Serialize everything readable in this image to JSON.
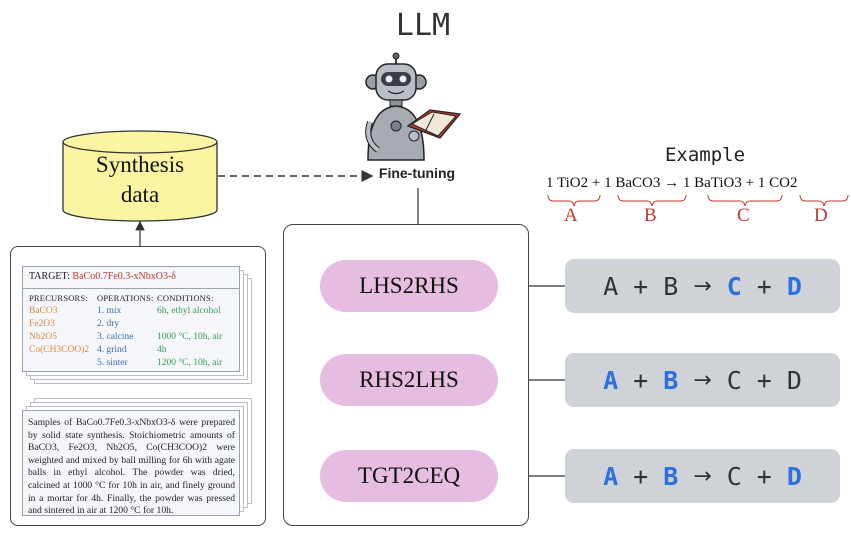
{
  "llm": {
    "title": "LLM",
    "fine_tuning_label": "Fine-tuning"
  },
  "database": {
    "line1": "Synthesis",
    "line2": "data"
  },
  "recipe": {
    "target_label": "TARGET:",
    "target_formula": "BaCo0.7Fe0.3-xNbxO3-δ",
    "precursors_header": "PRECURSORS:",
    "precursors": [
      "BaCO3",
      "Fe2O3",
      "Nb2O5",
      "Co(CH3COO)2"
    ],
    "operations_header": "OPERATIONS:",
    "operations": [
      "1. mix",
      "2. dry",
      "3. calcine",
      "4. grind",
      "5. sinter"
    ],
    "conditions_header": "CONDITIONS:",
    "conditions": [
      "6h, ethyl alcohol",
      "1000 °C, 10h, air",
      "4h",
      "1200 °C, 10h, air"
    ]
  },
  "paragraph": {
    "text": "Samples of BaCo0.7Fe0.3-xNbxO3-δ were prepared by solid state synthesis. Stoichiometric amounts of BaCO3, Fe2O3, Nb2O5, Co(CH3COO)2 were weighted and mixed by ball milling for 6h with agate balls in ethyl alcohol. The powder was dried, calcined at 1000 °C for 10h in air, and finely ground in a mortar for 4h. Finally, the powder was pressed and sintered in air at 1200 °C for 10h."
  },
  "tasks": [
    {
      "label": "LHS2RHS"
    },
    {
      "label": "RHS2LHS"
    },
    {
      "label": "TGT2CEQ"
    }
  ],
  "equation_symbols": {
    "a": "A",
    "b": "B",
    "c": "C",
    "d": "D",
    "plus": "+",
    "arrow": "→"
  },
  "example": {
    "title": "Example",
    "term_a": "1 TiO2",
    "term_b": "1 BaCO3",
    "term_c": "1 BaTiO3",
    "term_d": "1 CO2",
    "plus": "+",
    "arrow": "→",
    "letters": [
      "A",
      "B",
      "C",
      "D"
    ]
  },
  "colors": {
    "task_fill": "#e6bde0",
    "equation_fill": "#cfd2d7",
    "highlight": "#2f6fe0",
    "database_fill": "#fbf5a3",
    "letter_red": "#c0392b"
  }
}
